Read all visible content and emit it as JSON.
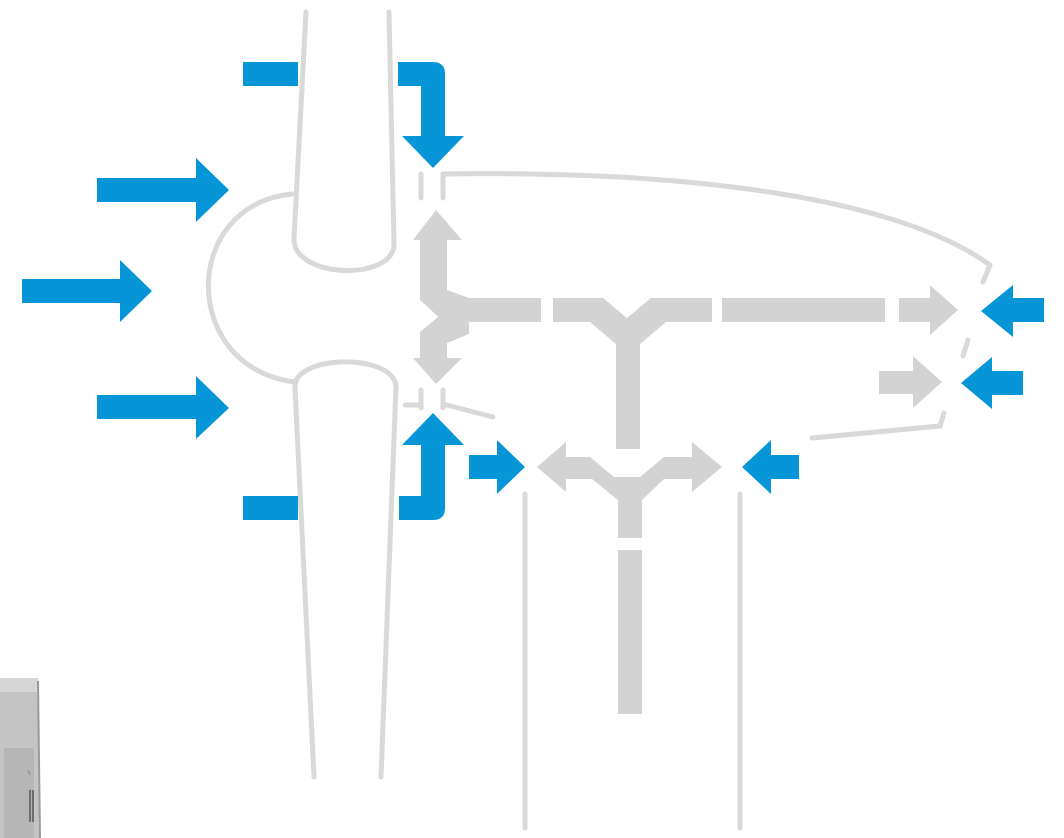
{
  "diagram": {
    "kind": "airflow-schematic",
    "text": [],
    "colors": {
      "inflow": "#0696d7",
      "internal_flow": "#d3d3d3",
      "outline": "#d9d9d9",
      "background": "#ffffff",
      "device_edge": "#9a9a9a",
      "device_body": "#c4c4c4"
    },
    "inflow_arrows": [
      "left-upper-inlet-arrow",
      "left-middle-inlet-arrow",
      "left-lower-inlet-arrow",
      "top-bent-inlet-arrow",
      "bottom-bent-inlet-arrow",
      "right-upper-inlet-arrow",
      "right-lower-inlet-arrow",
      "bottom-center-left-inlet-arrow",
      "bottom-center-right-inlet-arrow"
    ],
    "internal_arrows": [
      "up-branch-arrow",
      "down-branch-arrow",
      "main-channel-right-arrow",
      "lower-right-outlet-arrow",
      "lower-split-left-arrow",
      "lower-split-right-arrow"
    ]
  }
}
